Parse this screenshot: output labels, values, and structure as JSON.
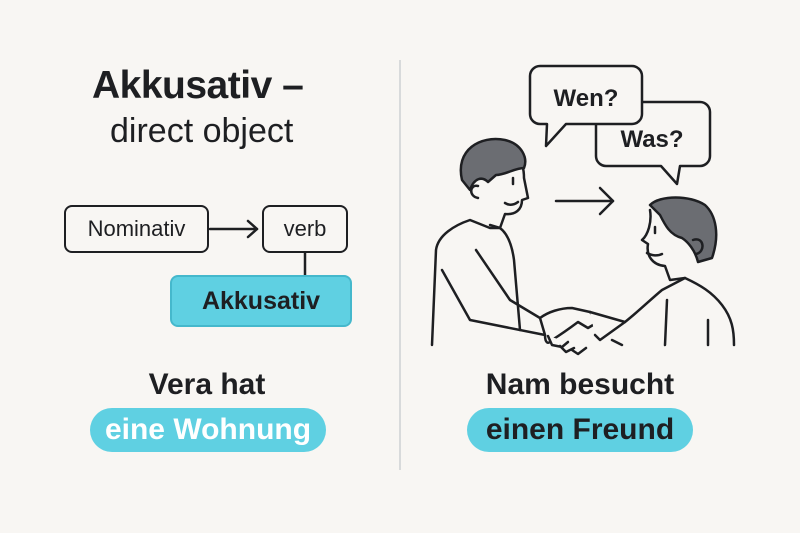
{
  "left_panel": {
    "title": "Akkusativ –",
    "subtitle": "direct object",
    "diagram": {
      "nominativ_label": "Nominativ",
      "verb_label": "verb",
      "akkusativ_label": "Akkusativ"
    },
    "example": {
      "sentence_start": "Vera hat",
      "highlighted_object": "eine Wohnung"
    }
  },
  "right_panel": {
    "illustration": {
      "bubble_1": "Wen?",
      "bubble_2": "Was?",
      "icons": [
        "person-speaking-icon",
        "arrow-right-icon",
        "person-receiving-icon",
        "handshake-icon"
      ]
    },
    "example": {
      "sentence_start": "Nam besucht",
      "highlighted_object": "einen Freund"
    }
  },
  "colors": {
    "background": "#f8f6f3",
    "accent_cyan": "#5fd0e2",
    "text_dark": "#1e1f22",
    "hair_gray": "#6b6d72",
    "divider": "#d8dadb"
  }
}
